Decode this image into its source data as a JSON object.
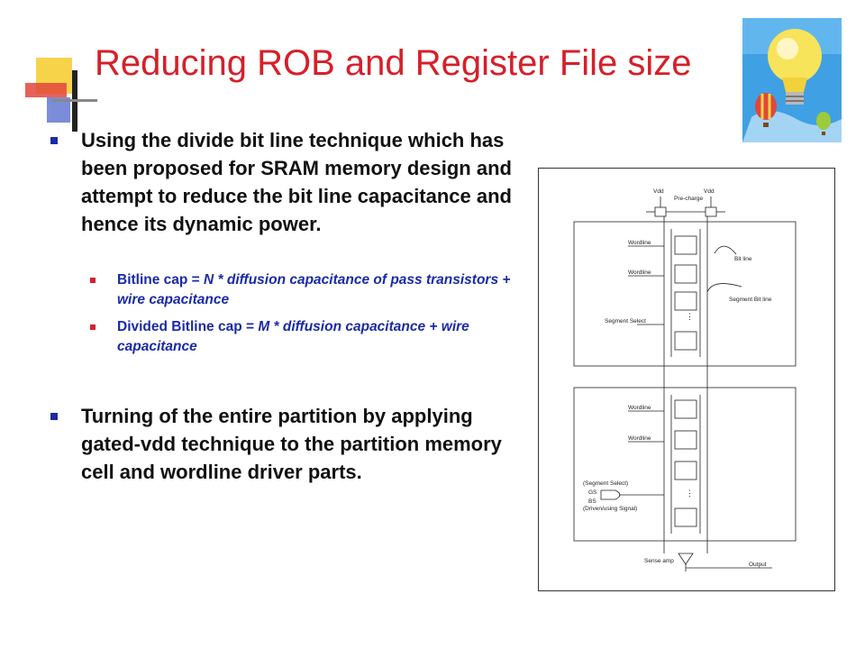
{
  "slide": {
    "title": "Reducing ROB and Register File size",
    "bullets": [
      {
        "text": "Using the divide bit line technique which has been proposed for SRAM memory design and attempt to reduce the bit line capacitance and hence its dynamic power.",
        "sub": [
          {
            "lead": "Bitline cap = ",
            "italic": "N * diffusion capacitance of pass transistors + wire capacitance"
          },
          {
            "lead": "Divided Bitline cap = ",
            "italic": "M * diffusion capacitance + wire capacitance"
          }
        ]
      },
      {
        "text": "Turning of the entire partition by applying gated-vdd technique to the partition memory cell and wordline driver parts."
      }
    ]
  },
  "diagram": {
    "vdd_left": "Vdd",
    "vdd_right": "Vdd",
    "precharge": "Pre-charge",
    "wordline_1": "Wordline",
    "wordline_2": "Wordline",
    "wordline_3": "Wordline",
    "wordline_4": "Wordline",
    "bit_line": "Bit line",
    "segment_bit_line": "Segment Bit line",
    "segment_select": "Segment Select",
    "seg_select_paren": "(Segment Select)",
    "gs": "GS",
    "bs": "BS",
    "driven_signal": "(Driven/using Signal)",
    "sense_amp": "Sense amp",
    "output": "Output"
  },
  "colors": {
    "title": "#d5202a",
    "bullet_l1": "#1a2aa8",
    "bullet_l2": "#d5202a",
    "sub_text": "#1a2aa8",
    "deco_yellow": "#f7d34a",
    "deco_red": "#e2463b",
    "deco_blue": "#5a6fd0",
    "bulb_sky": "#3fa0e3"
  },
  "icons": [
    "lightbulb-icon",
    "hot-air-balloon-icon"
  ]
}
